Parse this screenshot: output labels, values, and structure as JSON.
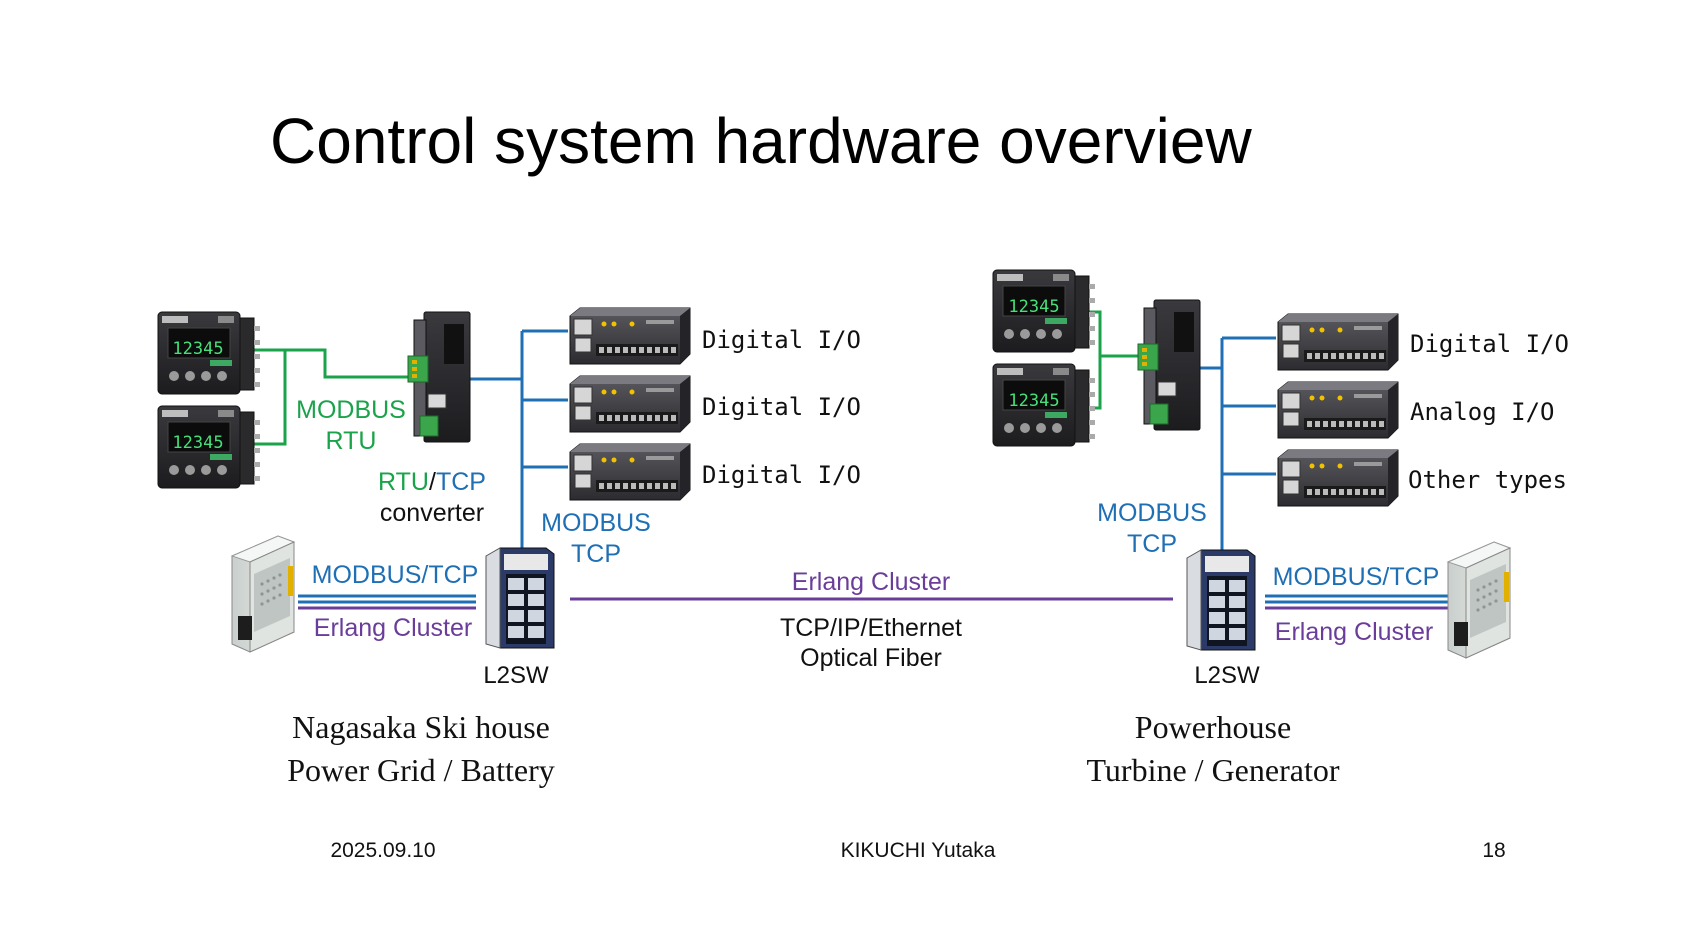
{
  "slide": {
    "title": "Control system hardware overview",
    "footer": {
      "date": "2025.09.10",
      "author": "KIKUCHI Yutaka",
      "page": "18"
    }
  },
  "colors": {
    "modbus_rtu": "#1aa34a",
    "modbus_tcp": "#1f6fb5",
    "erlang": "#6a3d9a",
    "text": "#111111"
  },
  "left_site": {
    "name_line1": "Nagasaka Ski house",
    "name_line2": "Power Grid / Battery",
    "rtu_label_line1": "MODBUS",
    "rtu_label_line2": "RTU",
    "converter_rtu": "RTU",
    "converter_slash": "/",
    "converter_tcp": "TCP",
    "converter_word": "converter",
    "tcp_label_line1": "MODBUS",
    "tcp_label_line2": "TCP",
    "io_modules": [
      "Digital I/O",
      "Digital I/O",
      "Digital I/O"
    ],
    "server_modbus": "MODBUS/TCP",
    "server_erlang": "Erlang Cluster",
    "switch_label": "L2SW",
    "controller_display": "12345",
    "devices": [
      "temperature-controller",
      "temperature-controller",
      "rtu-tcp-converter",
      "io-module",
      "io-module",
      "io-module",
      "l2-switch",
      "server"
    ]
  },
  "right_site": {
    "name_line1": "Powerhouse",
    "name_line2": "Turbine / Generator",
    "tcp_label_line1": "MODBUS",
    "tcp_label_line2": "TCP",
    "io_modules": [
      "Digital I/O",
      "Analog I/O",
      "Other types"
    ],
    "server_modbus": "MODBUS/TCP",
    "server_erlang": "Erlang Cluster",
    "switch_label": "L2SW",
    "controller_display": "12345"
  },
  "link": {
    "label": "Erlang Cluster",
    "medium_line1": "TCP/IP/Ethernet",
    "medium_line2": "Optical Fiber"
  }
}
